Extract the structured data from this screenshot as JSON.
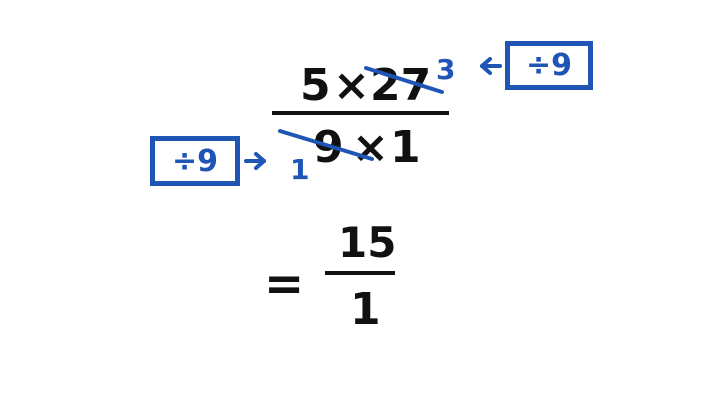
{
  "colors": {
    "ink": "#111111",
    "accent": "#1f55b5"
  },
  "first_fraction": {
    "numerator": {
      "left_factor": "5",
      "times": "×",
      "right_factor": "27"
    },
    "denominator": {
      "left_factor": "9",
      "times": "×",
      "right_factor": "1"
    }
  },
  "simplification": {
    "numerator_result": "3",
    "denominator_result": "1",
    "right_box_label": "÷9",
    "left_box_label": "÷9"
  },
  "result": {
    "equals": "=",
    "numerator": "15",
    "denominator": "1"
  }
}
